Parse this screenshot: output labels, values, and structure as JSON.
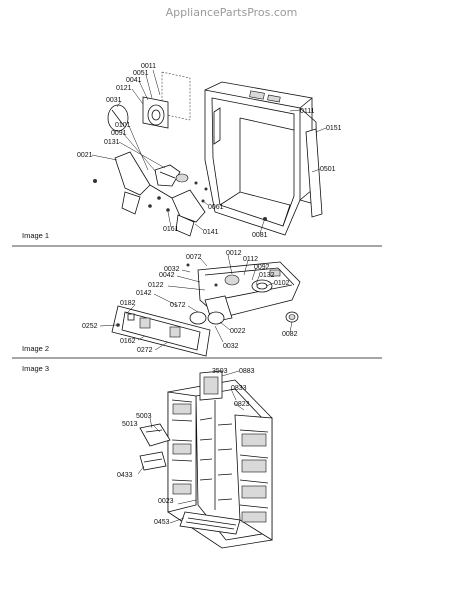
{
  "watermark": "AppliancePartsPros.com",
  "sections": [
    {
      "title": "Image 1"
    },
    {
      "title": "Image 2"
    },
    {
      "title": "Image 3"
    }
  ],
  "parts": [
    "0011",
    "0051",
    "0041",
    "0121",
    "0031",
    "0111",
    "0151",
    "0101",
    "0091",
    "0131",
    "0021",
    "0501",
    "0061",
    "0161",
    "0141",
    "0081",
    "0072",
    "0012",
    "0112",
    "0092",
    "0132",
    "0032",
    "0042",
    "0122",
    "0102",
    "0142",
    "0182",
    "0172",
    "0252",
    "0022",
    "0082",
    "0162",
    "0272",
    "0032",
    "3503",
    "0883",
    "0833",
    "0823",
    "5003",
    "5013",
    "0433",
    "0023",
    "0453"
  ]
}
